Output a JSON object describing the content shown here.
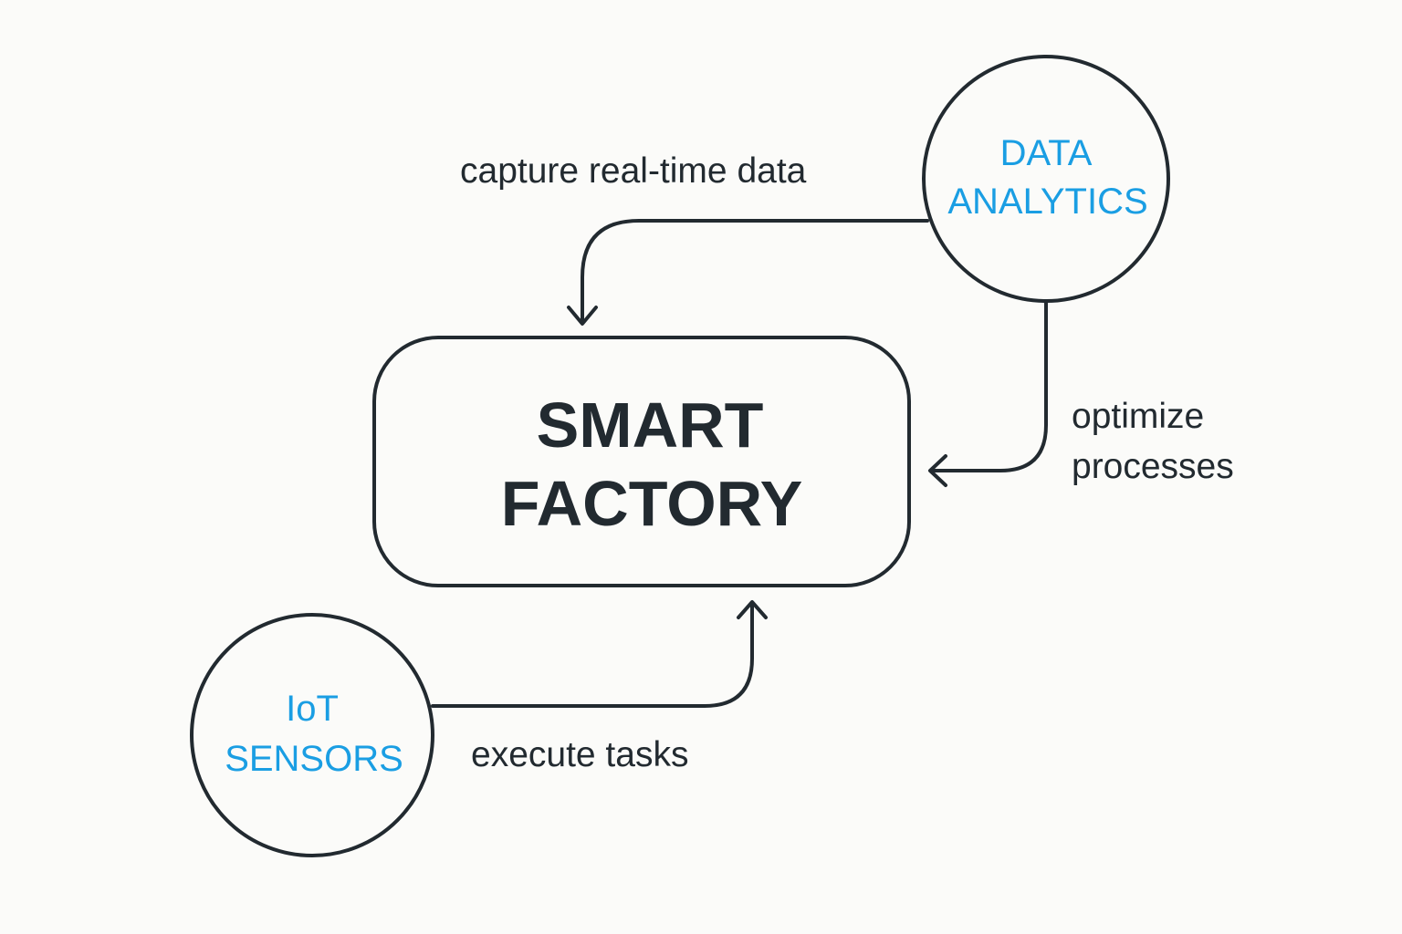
{
  "colors": {
    "background": "#fbfbf9",
    "stroke": "#222a30",
    "node_label": "#1a9ee3",
    "text": "#222a30"
  },
  "center_node": {
    "line1": "SMART",
    "line2": "FACTORY"
  },
  "data_analytics_node": {
    "line1": "DATA",
    "line2": "ANALYTICS"
  },
  "iot_sensors_node": {
    "line1": "IoT",
    "line2": "SENSORS"
  },
  "edges": {
    "capture": {
      "label": "capture real-time data"
    },
    "optimize": {
      "line1": "optimize",
      "line2": "processes"
    },
    "execute": {
      "label": "execute tasks"
    }
  }
}
